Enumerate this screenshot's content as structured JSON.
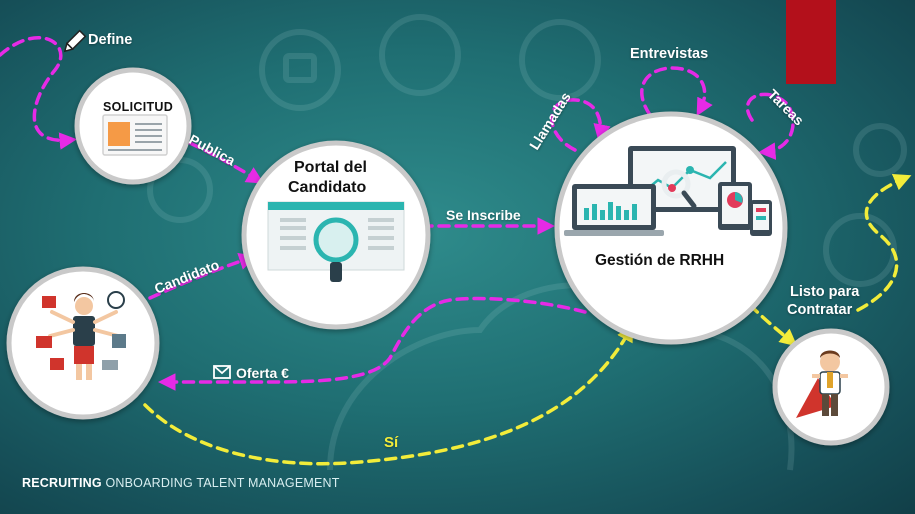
{
  "nodes": {
    "solicitud": "SOLICITUD",
    "portal": [
      "Portal del",
      "Candidato"
    ],
    "gestion": "Gestión de RRHH",
    "contratar": [
      "Listo para",
      "Contratar"
    ]
  },
  "edges": {
    "define": "Define",
    "publica": "Publica",
    "candidato": "Candidato",
    "se_inscribe": "Se Inscribe",
    "oferta": "Oferta €",
    "si": "Sí",
    "llamadas": "Llamadas",
    "entrevistas": "Entrevistas",
    "tareas": "Tareas"
  },
  "footer": {
    "bold": "RECRUITING",
    "rest": "ONBOARDING TALENT MANAGEMENT"
  },
  "colors": {
    "magenta": "#e62ae6",
    "yellow": "#f2ec3a",
    "accent_red": "#b3101b"
  }
}
